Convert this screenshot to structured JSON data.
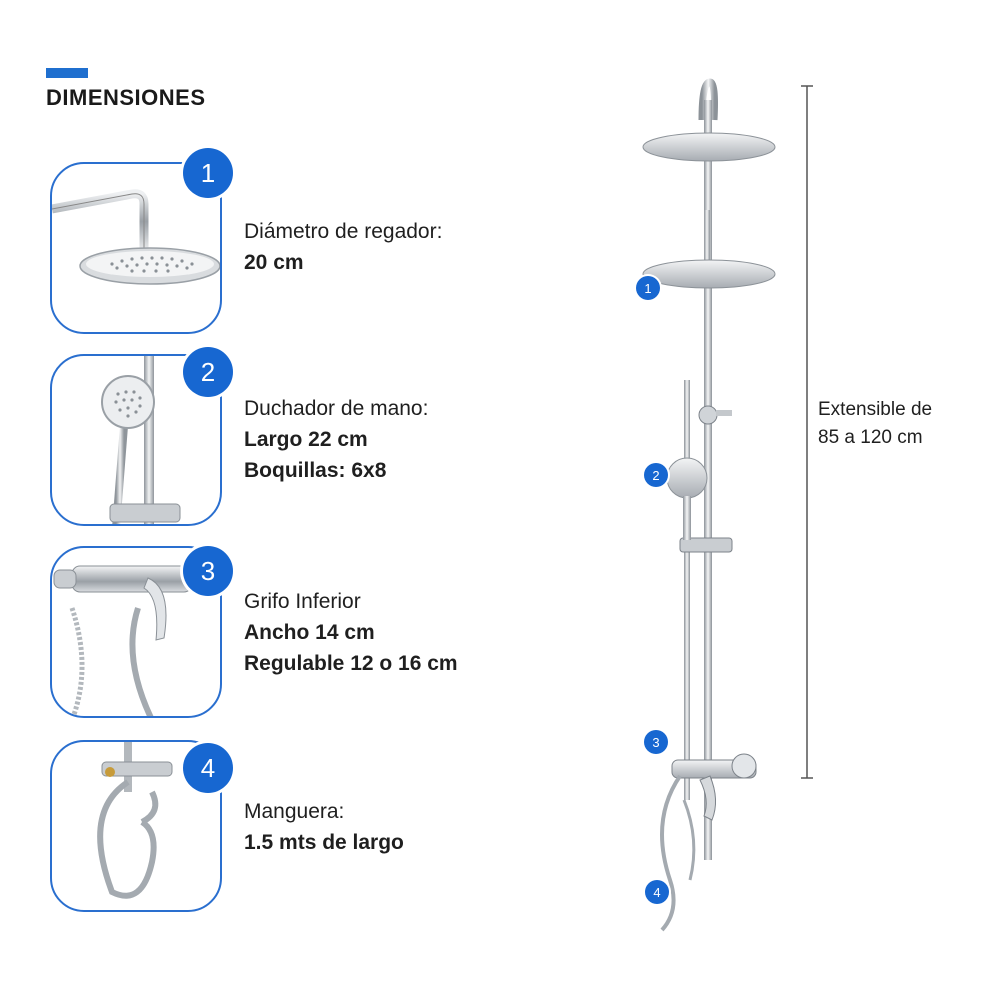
{
  "header": {
    "title": "DIMENSIONES"
  },
  "items": [
    {
      "number": "1",
      "lines": [
        "Diámetro de regador:",
        "20 cm"
      ]
    },
    {
      "number": "2",
      "lines": [
        "Duchador de mano:",
        "Largo 22 cm",
        "Boquillas: 6x8"
      ]
    },
    {
      "number": "3",
      "lines": [
        "Grifo Inferior",
        "Ancho 14 cm",
        "Regulable 12 o 16 cm"
      ]
    },
    {
      "number": "4",
      "lines": [
        "Manguera:",
        "1.5 mts de largo"
      ]
    }
  ],
  "markers": [
    "1",
    "2",
    "3",
    "4"
  ],
  "extension": {
    "line1": "Extensible de",
    "line2": "85 a 120 cm"
  },
  "colors": {
    "accent": "#1767d1",
    "card_border": "#2a6fcf",
    "chrome": "#b9bec3"
  }
}
